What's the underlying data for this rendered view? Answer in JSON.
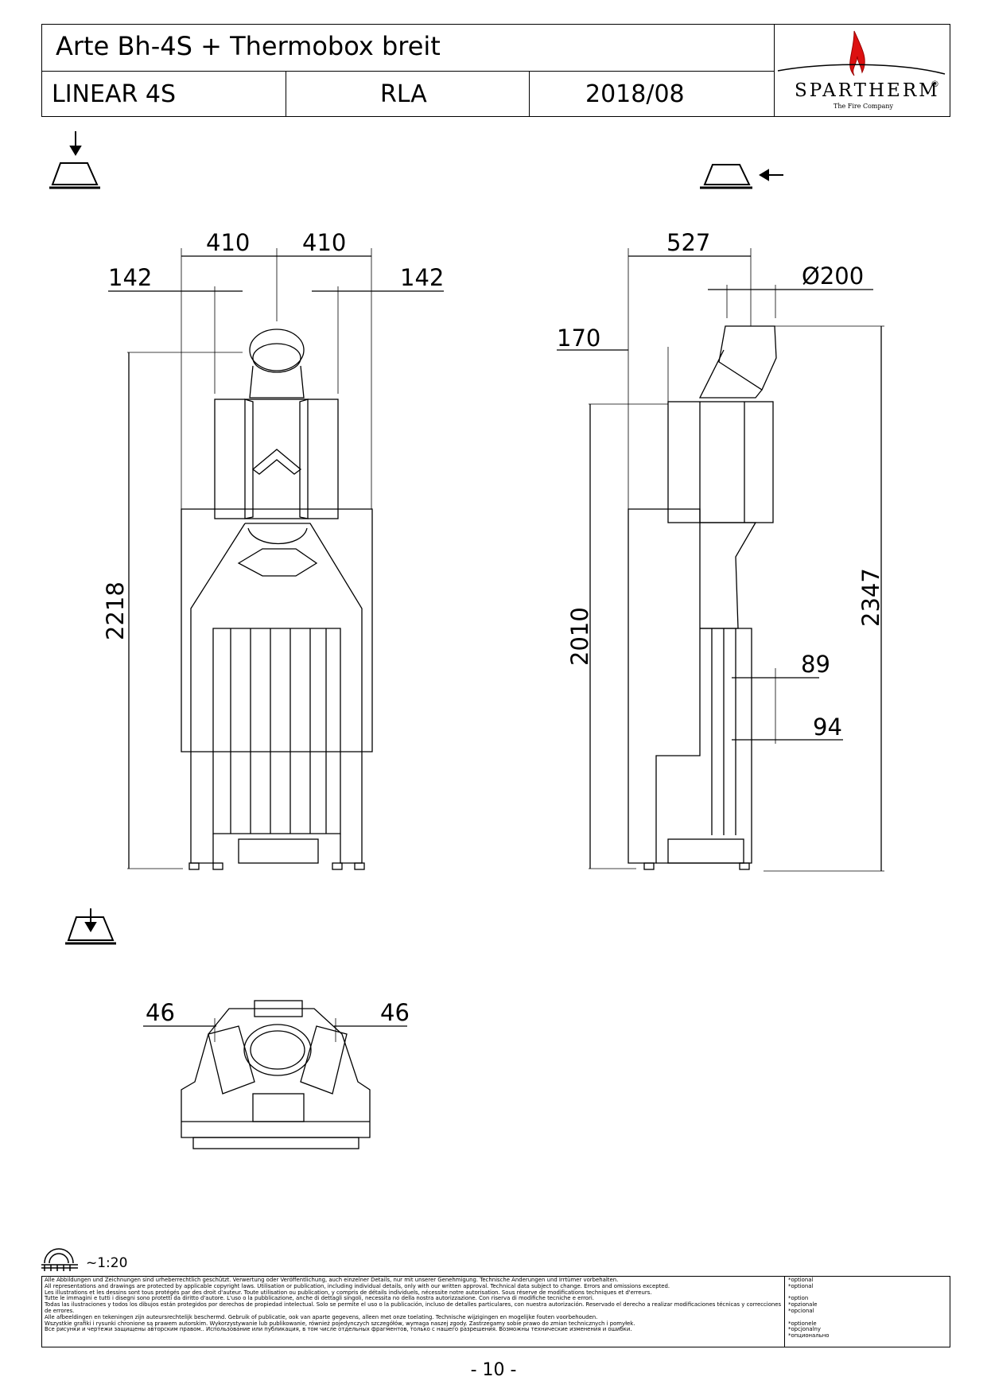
{
  "header": {
    "title": "Arte Bh-4S + Thermobox breit",
    "model": "LINEAR 4S",
    "code": "RLA",
    "date": "2018/08",
    "logo_name": "SPARTHERM",
    "logo_tagline": "The Fire Company",
    "logo_reg": "®"
  },
  "front_view": {
    "dims": {
      "width_left": "410",
      "width_right": "410",
      "offset_left": "142",
      "offset_right": "142",
      "height": "2218"
    }
  },
  "side_view": {
    "dims": {
      "depth": "527",
      "flue_diameter": "Ø200",
      "flue_offset": "170",
      "height_inner": "2010",
      "height_total": "2347",
      "dim_89": "89",
      "dim_94": "94"
    }
  },
  "top_view": {
    "dims": {
      "left": "46",
      "right": "46"
    }
  },
  "scale": "~1:20",
  "legal": {
    "lines": [
      "Alle Abbildungen und Zeichnungen sind urheberrechtlich geschützt. Verwertung oder Veröffentlichung, auch einzelner Details, nur mit unserer Genehmigung. Technische Änderungen und Irrtümer vorbehalten.",
      "All representations and drawings are protected by applicable copyright laws. Utilisation or publication, including individual details, only with our written approval. Technical data subject to change. Errors and omissions excepted.",
      "Les illustrations et les dessins sont tous protégés par des droit d'auteur. Toute utilisation ou publication, y compris de détails individuels, nécessite notre autorisation. Sous réserve de modifications techniques et d'erreurs.",
      "Tutte le immagini e tutti i disegni sono protetti da diritto d'autore. L'uso o la pubblicazione, anche di dettagli singoli, necessita no della nostra autorizzazione. Con riserva di modifiche tecniche e errori.",
      "Todas las ilustraciones y todos los dibujos están protegidos por derechos de propiedad intelectual. Solo se permite el uso o la publicación, incluso de detalles particulares, con nuestra autorización. Reservado el derecho a realizar modificaciones técnicas y correcciones de errores.",
      "Alle afbeeldingen en tekeningen zijn auteursrechtelijk beschermd. Gebruik of publicatie, ook van aparte gegevens, alleen met onze toelating. Technische wijzigingen en mogelijke fouten voorbehouden.",
      "Wszystkie grafiki i rysunki chronione są prawem autorskim. Wykorzystywanie lub publikowanie, również pojedynczych szczegółów, wymaga naszej zgody. Zastrzegamy sobie prawo do zmian technicznych i pomyłek.",
      "Все рисунки и чертежи защищены авторским правом.. Использование или публикация, в том числе отдельных фрагментов, только с нашего разрешения. Возможны технические изменения и ошибки."
    ],
    "optional": [
      "*optional",
      "*optional",
      "",
      "*option",
      "*opzionale",
      "*opcional",
      "",
      "*optionele",
      "*opcjonalny",
      "*опционально"
    ]
  },
  "page_number": "- 10 -"
}
